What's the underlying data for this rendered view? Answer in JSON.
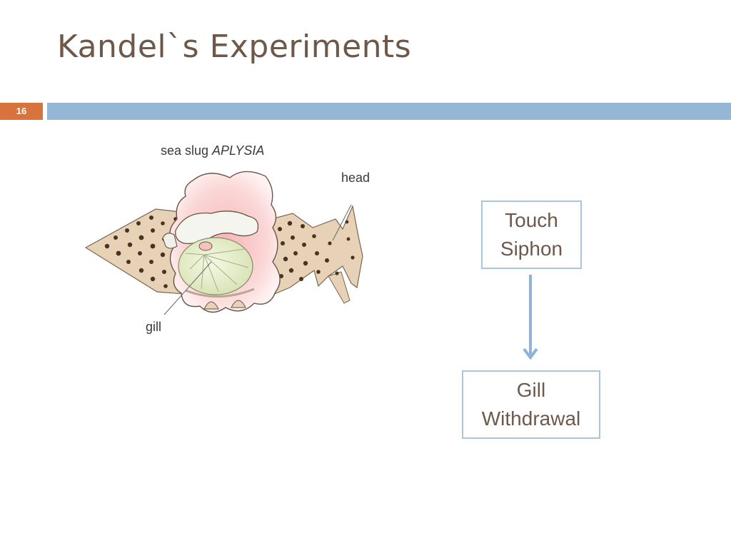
{
  "slide": {
    "title": "Kandel`s Experiments",
    "number": "16"
  },
  "illustration": {
    "title_prefix": "sea slug ",
    "title_species": "APLYSIA",
    "label_head": "head",
    "label_gill": "gill"
  },
  "flow": {
    "box1_line1": "Touch",
    "box1_line2": "Siphon",
    "box2_line1": "Gill",
    "box2_line2": "Withdrawal"
  },
  "colors": {
    "title_text": "#6e584a",
    "slide_number_bg": "#d9733e",
    "header_bar": "#95b7d6",
    "box_border": "#a9c6df",
    "arrow": "#8fb3d4"
  }
}
